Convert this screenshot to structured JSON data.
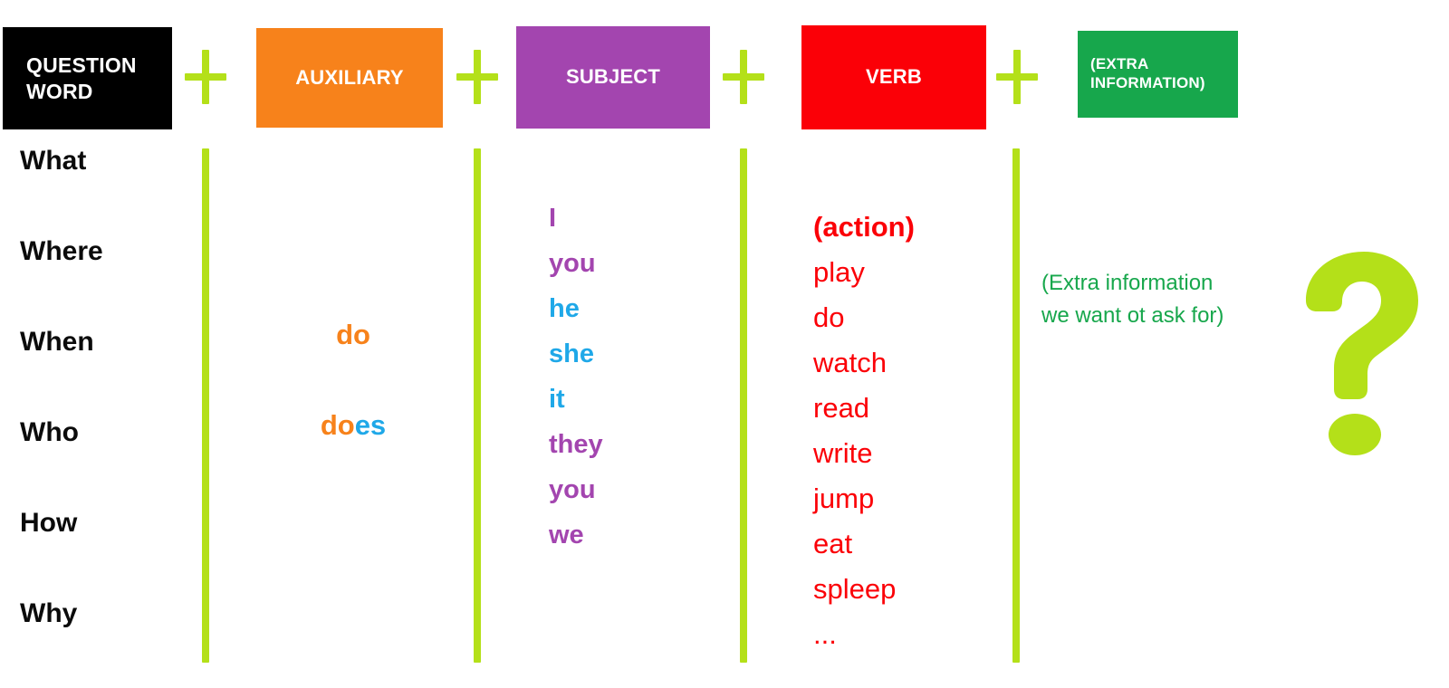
{
  "title": "English Question Structure Formula",
  "colors": {
    "green_accent": "#B4E019",
    "question_box": "#000000",
    "auxiliary_box": "#F7821B",
    "subject_box": "#A345AF",
    "verb_box": "#FB0007",
    "extra_box": "#17A74C",
    "blue_text": "#1FA8E8"
  },
  "headers": {
    "question_word_line1": "QUESTION",
    "question_word_line2": "WORD",
    "auxiliary": "AUXILIARY",
    "subject": "SUBJECT",
    "extra_line1": "(EXTRA",
    "extra_line2": "INFORMATION)",
    "verb": "VERB"
  },
  "operators": {
    "plus": "+"
  },
  "question_words": [
    {
      "text": "What"
    },
    {
      "text": "Where"
    },
    {
      "text": "When"
    },
    {
      "text": "Who"
    },
    {
      "text": "How"
    },
    {
      "text": "Why"
    }
  ],
  "auxiliaries": [
    {
      "part1": "do",
      "part2": ""
    },
    {
      "part1": "do",
      "part2": "es"
    }
  ],
  "subjects": [
    {
      "text": "I",
      "color": "purple"
    },
    {
      "text": "you",
      "color": "purple"
    },
    {
      "text": "he",
      "color": "blue"
    },
    {
      "text": "she",
      "color": "blue"
    },
    {
      "text": "it",
      "color": "blue"
    },
    {
      "text": "they",
      "color": "purple"
    },
    {
      "text": "you",
      "color": "purple"
    },
    {
      "text": "we",
      "color": "purple"
    }
  ],
  "verbs": [
    {
      "text": "(action)",
      "bold": true
    },
    {
      "text": "play",
      "bold": false
    },
    {
      "text": "do",
      "bold": false
    },
    {
      "text": "watch",
      "bold": false
    },
    {
      "text": "read",
      "bold": false
    },
    {
      "text": "write",
      "bold": false
    },
    {
      "text": "jump",
      "bold": false
    },
    {
      "text": "eat",
      "bold": false
    },
    {
      "text": "spleep",
      "bold": false
    },
    {
      "text": "...",
      "bold": false
    }
  ],
  "extra_note": {
    "line1": "(Extra information",
    "line2": "we want ot ask for)"
  },
  "question_mark": {
    "glyph": "?"
  }
}
